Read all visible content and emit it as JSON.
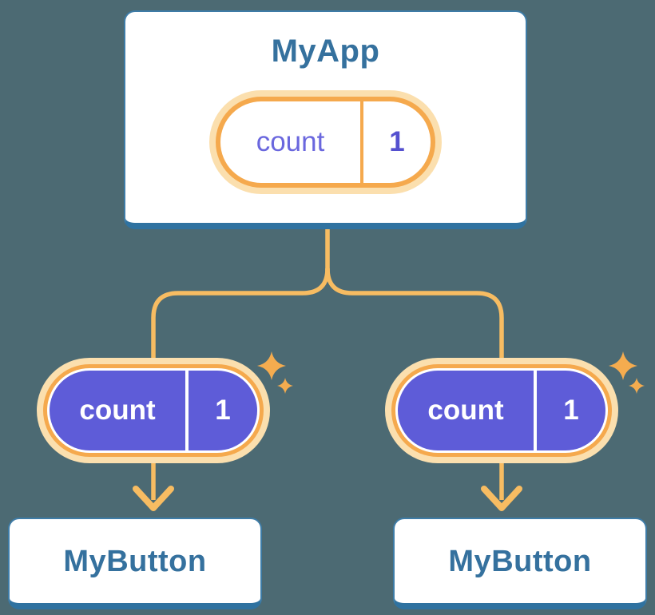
{
  "diagram": {
    "root": {
      "label": "MyApp",
      "state": {
        "name": "count",
        "value": "1"
      }
    },
    "children": [
      {
        "label": "MyButton",
        "state": {
          "name": "count",
          "value": "1"
        }
      },
      {
        "label": "MyButton",
        "state": {
          "name": "count",
          "value": "1"
        }
      }
    ]
  },
  "icons": {
    "sparkle": "✦",
    "arrow_down": "↓"
  },
  "colors": {
    "background": "#4C6A73",
    "card-border": "#3E7CA7",
    "card-border-bottom": "#2F72A0",
    "node-text": "#35719E",
    "connector": "#F7BC62",
    "ring": "#F5A94D",
    "halo": "#FBDFAE",
    "indigo": "#5E5CD8",
    "state-name-text": "#6A67DE",
    "state-value-text": "#5450CF",
    "pill-text-light": "#FFFFFF",
    "sparkle": "#F5AC4F"
  }
}
